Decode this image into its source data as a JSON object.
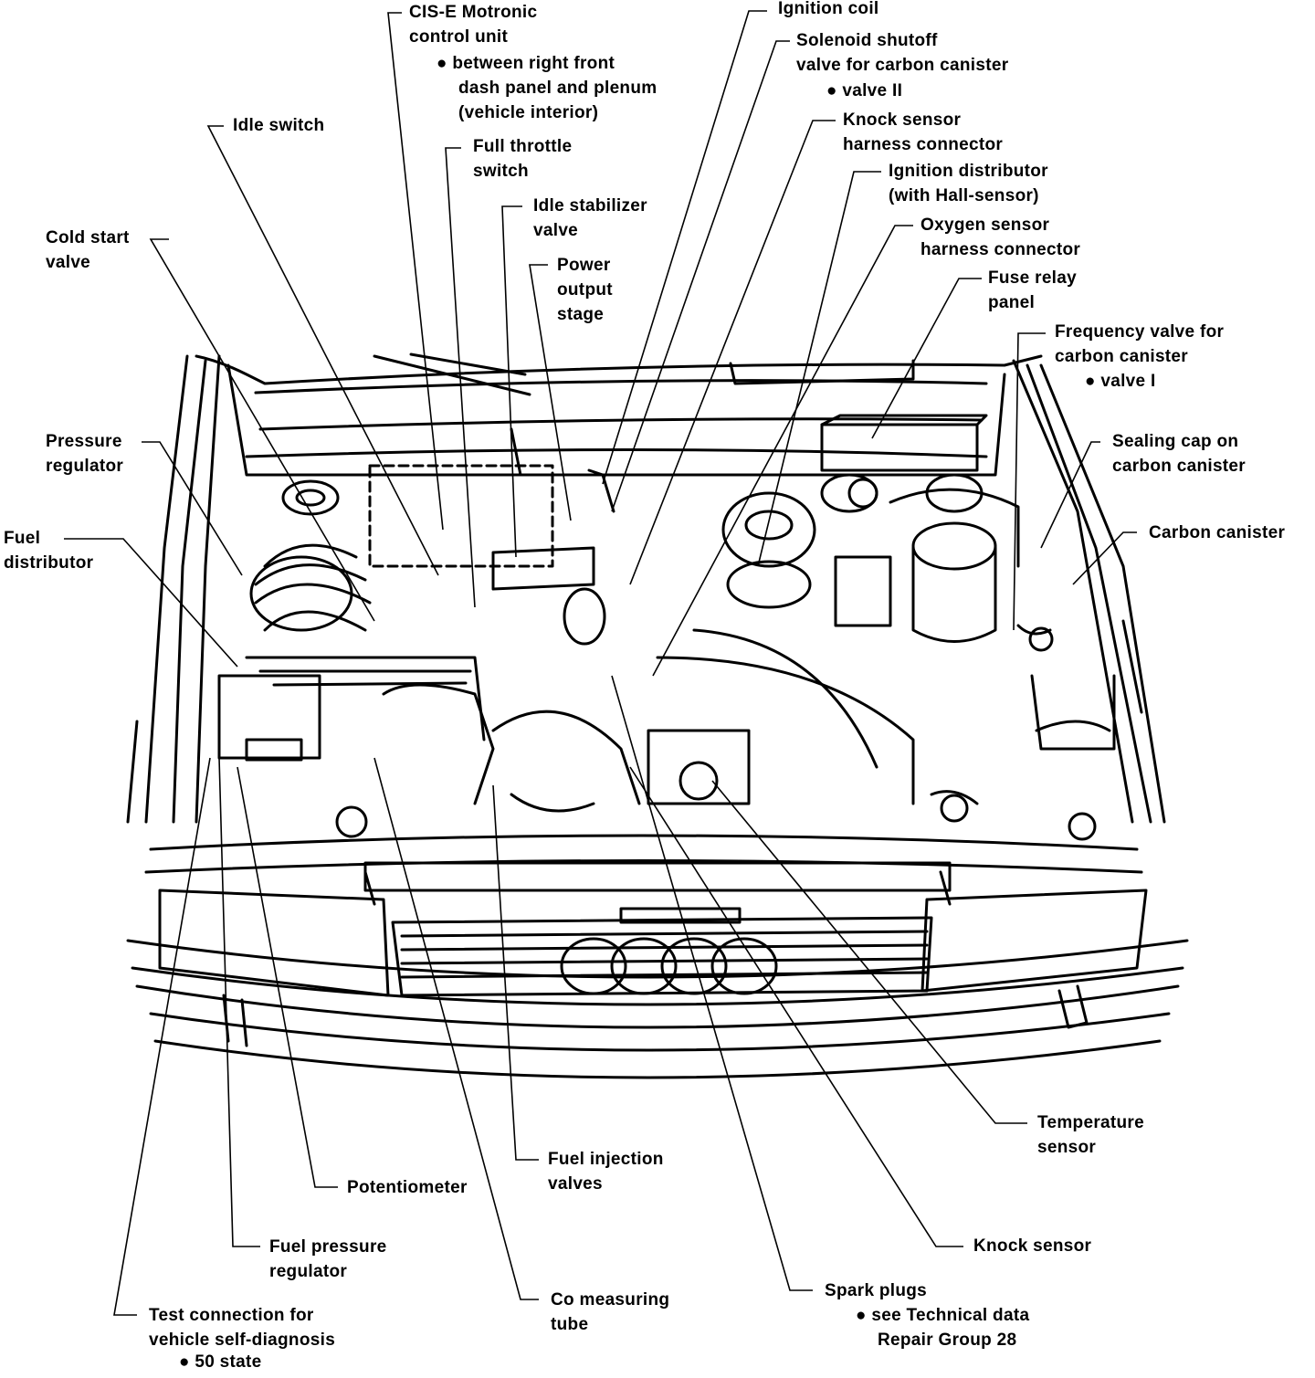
{
  "labels": {
    "cis_e": [
      "CIS-E Motronic",
      "control unit"
    ],
    "cis_e_note": [
      "between right front",
      "dash panel and plenum",
      "(vehicle interior)"
    ],
    "ignition_coil": [
      "Ignition coil"
    ],
    "solenoid": [
      "Solenoid shutoff",
      "valve for carbon canister"
    ],
    "solenoid_note": [
      "valve II"
    ],
    "idle_switch": [
      "Idle switch"
    ],
    "knock_conn": [
      "Knock sensor",
      "harness connector"
    ],
    "full_throttle": [
      "Full throttle",
      "switch"
    ],
    "ign_dist": [
      "Ignition distributor",
      "(with Hall-sensor)"
    ],
    "idle_stab": [
      "Idle stabilizer",
      "valve"
    ],
    "oxygen": [
      "Oxygen sensor",
      "harness connector"
    ],
    "cold_start": [
      "Cold start",
      "valve"
    ],
    "power_output": [
      "Power",
      "output",
      "stage"
    ],
    "fuse_relay": [
      "Fuse relay",
      "panel"
    ],
    "freq_valve": [
      "Frequency valve for",
      "carbon canister"
    ],
    "freq_valve_note": [
      "valve I"
    ],
    "pressure_reg": [
      "Pressure",
      "regulator"
    ],
    "sealing_cap": [
      "Sealing cap on",
      "carbon canister"
    ],
    "fuel_dist": [
      "Fuel",
      "distributor"
    ],
    "carbon_canister": [
      "Carbon canister"
    ],
    "temp_sensor": [
      "Temperature",
      "sensor"
    ],
    "fuel_inj": [
      "Fuel injection",
      "valves"
    ],
    "potentiometer": [
      "Potentiometer"
    ],
    "knock_sensor": [
      "Knock sensor"
    ],
    "fuel_press_reg": [
      "Fuel pressure",
      "regulator"
    ],
    "spark_plugs": [
      "Spark plugs"
    ],
    "spark_plugs_note": [
      "see Technical data",
      "Repair Group 28"
    ],
    "co_tube": [
      "Co measuring",
      "tube"
    ],
    "test_conn": [
      "Test connection for",
      "vehicle self-diagnosis"
    ],
    "test_conn_note": [
      "50 state"
    ]
  }
}
